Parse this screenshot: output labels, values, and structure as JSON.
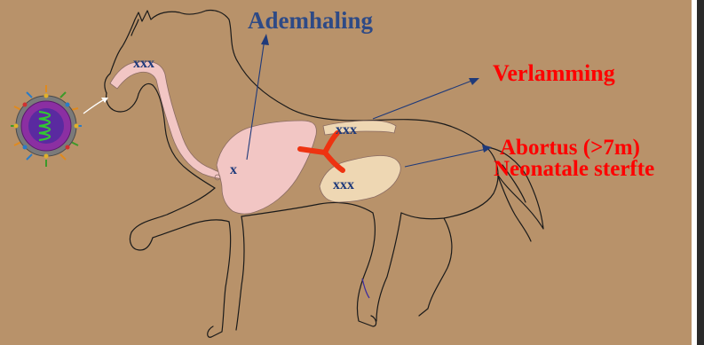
{
  "labels": {
    "respiration": "Ademhaling",
    "paralysis": "Verlamming",
    "abortion": "Abortus (>7m)",
    "neonatal": "Neonatale sterfte"
  },
  "sites": {
    "nose": "xxx",
    "lung": "x",
    "spinal_cord": "xxx",
    "uterus": "xxx"
  },
  "colors": {
    "background": "#b8926a",
    "respiration_text": "#2e4a86",
    "red_text": "#ff0000",
    "site_marks": "#1f3a7a",
    "outline": "#1a1a1a",
    "tract": "#f2c6c4",
    "uterus": "#eed7b3",
    "arrow": "#1f3a7a",
    "vessel": "#ee3311"
  },
  "icons": {
    "virus": "virus-particle-icon"
  }
}
